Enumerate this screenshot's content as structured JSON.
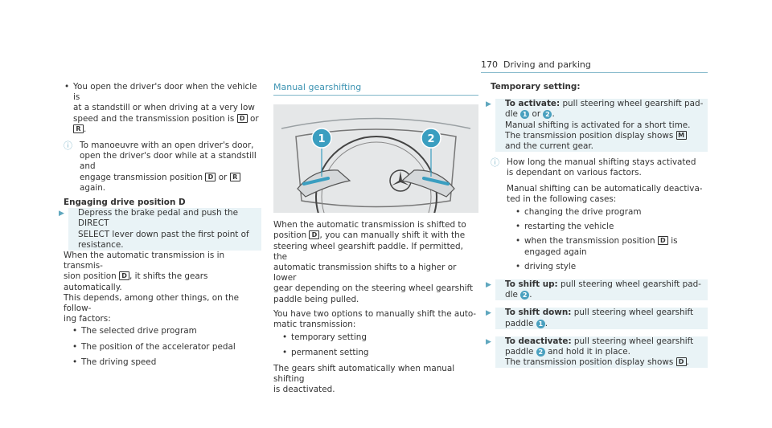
{
  "header": {
    "page_number": "170",
    "title": "Driving and parking"
  },
  "col1": {
    "bullet1_l1": "You open the driver's door when the vehicle is",
    "bullet1_l2": "at a standstill or when driving at a very low",
    "bullet1_l3": "speed and the transmission position is",
    "or": "or",
    "info1_l1": "To manoeuvre with an open driver's door,",
    "info1_l2": "open the driver's door while at a standstill and",
    "info1_l3": "engage transmission position",
    "again": "again.",
    "section_title": "Engaging drive position D",
    "step_l1": "Depress the brake pedal and push the DIRECT",
    "step_l2": "SELECT lever down past the first point of",
    "step_l3": "resistance.",
    "para_l1": "When the automatic transmission is in transmis‐",
    "para_l2a": "sion position",
    "para_l2b": ", it shifts the gears automatically.",
    "para_l3": "This depends, among other things, on the follow‐",
    "para_l4": "ing factors:",
    "factors": [
      "The selected drive program",
      "The position of the accelerator pedal",
      "The driving speed"
    ]
  },
  "col2": {
    "section_title": "Manual gearshifting",
    "callouts": [
      "1",
      "2"
    ],
    "para1_l1": "When the automatic transmission is shifted to",
    "para1_l2a": "position",
    "para1_l2b": ", you can manually shift it with the",
    "para1_l3": "steering wheel gearshift paddle. If permitted, the",
    "para1_l4": "automatic transmission shifts to a higher or lower",
    "para1_l5": "gear depending on the steering wheel gearshift",
    "para1_l6": "paddle being pulled.",
    "para2_l1": "You have two options to manually shift the auto‐",
    "para2_l2": "matic transmission:",
    "options": [
      "temporary setting",
      "permanent setting"
    ],
    "para3_l1": "The gears shift automatically when manual shifting",
    "para3_l2": "is deactivated."
  },
  "col3": {
    "section_title": "Temporary setting:",
    "act_label": "To activate:",
    "act_l1": "pull steering wheel gearshift pad‐",
    "act_l2a": "dle",
    "or": "or",
    "act_l3": "Manual shifting is activated for a short time.",
    "act_l4": "The transmission position display shows",
    "act_l5": "and the current gear.",
    "info_l1": "How long the manual shifting stays activated",
    "info_l2": "is dependant on various factors.",
    "info_l3": "Manual shifting can be automatically deactiva‐",
    "info_l4": "ted in the following cases:",
    "case1": "changing the drive program",
    "case2": "restarting the vehicle",
    "case3_l1": "when the transmission position",
    "case3_is": "is",
    "case3_l2": "engaged again",
    "case4": "driving style",
    "up_label": "To shift up:",
    "up_l1": "pull steering wheel gearshift pad‐",
    "up_l2": "dle",
    "down_label": "To shift down:",
    "down_l1": "pull steering wheel gearshift",
    "down_l2": "paddle",
    "deact_label": "To deactivate:",
    "deact_l1": "pull steering wheel gearshift",
    "deact_l2a": "paddle",
    "deact_l2b": "and hold it in place.",
    "deact_l3": "The transmission position display shows"
  },
  "symbols": {
    "D": "D",
    "R": "R",
    "M": "M",
    "one": "1",
    "two": "2",
    "info": "i",
    "arrow": "▶"
  },
  "colors": {
    "accent": "#4aa0bf",
    "rule": "#7fb6c9",
    "step_bg": "#e9f3f6"
  }
}
